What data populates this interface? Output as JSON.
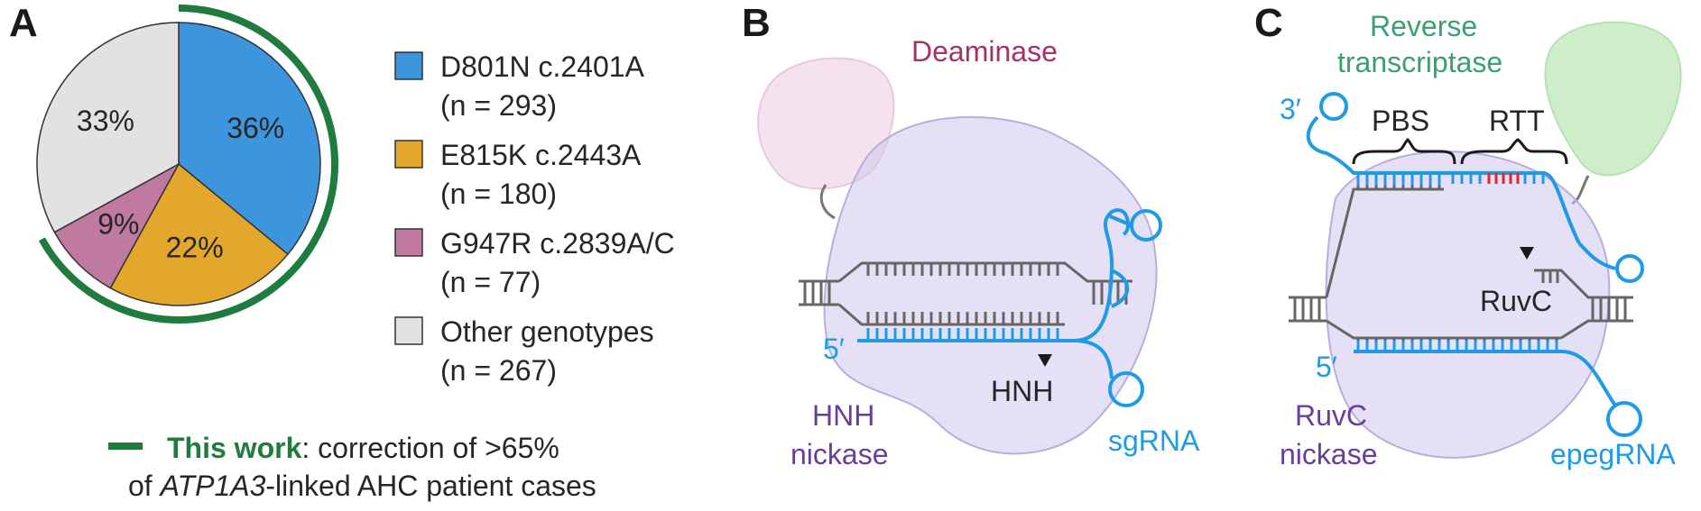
{
  "panel_a": {
    "letter": "A",
    "chart_data": {
      "type": "pie",
      "series": [
        {
          "label": "D801N c.2401A",
          "n": "(n = 293)",
          "value": 36,
          "pct_label": "36%",
          "color": "#3d95dd"
        },
        {
          "label": "E815K c.2443A",
          "n": "(n = 180)",
          "value": 22,
          "pct_label": "22%",
          "color": "#e3a82b"
        },
        {
          "label": "G947R c.2839A/C",
          "n": "(n = 77)",
          "value": 9,
          "pct_label": "9%",
          "color": "#c07aa0"
        },
        {
          "label": "Other genotypes",
          "n": "(n = 267)",
          "value": 33,
          "pct_label": "33%",
          "color": "#e2e2e2"
        }
      ],
      "highlight_arc_color": "#1f7b3e"
    },
    "footnote": {
      "bold": "This work",
      "rest": ": correction of >65%",
      "line2_pre": "of ",
      "line2_italic": "ATP1A3",
      "line2_post": "-linked AHC patient cases"
    }
  },
  "panel_b": {
    "letter": "B",
    "deaminase": "Deaminase",
    "five_prime": "5′",
    "hnh": "HNH",
    "nickase_line1": "HNH",
    "nickase_line2": "nickase",
    "guide": "sgRNA"
  },
  "panel_c": {
    "letter": "C",
    "rt_line1": "Reverse",
    "rt_line2": "transcriptase",
    "three_prime": "3′",
    "pbs": "PBS",
    "rtt": "RTT",
    "ruvc": "RuvC",
    "five_prime": "5′",
    "nickase_line1": "RuvC",
    "nickase_line2": "nickase",
    "guide": "epegRNA"
  },
  "colors": {
    "rna": "#1f9be6",
    "dna": "#666666",
    "edit": "#e8232a",
    "deaminase_text": "#a8306a",
    "rt_text": "#3aa070",
    "nickase_text": "#6a3d9a",
    "protein": "#cfc6ee",
    "deaminase_blob": "#f4e2ee",
    "rt_blob": "#cdeec9"
  }
}
